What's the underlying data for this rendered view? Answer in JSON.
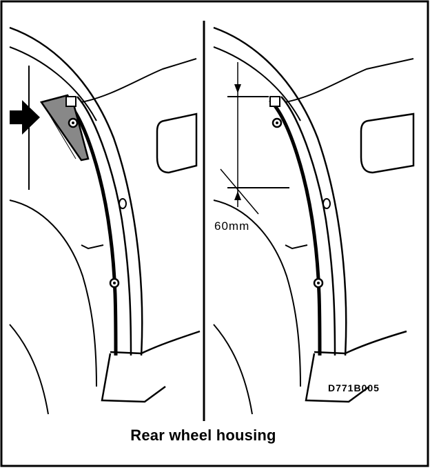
{
  "caption": "Rear wheel housing",
  "figure_id": "D771B005",
  "dimension_label": "60mm"
}
